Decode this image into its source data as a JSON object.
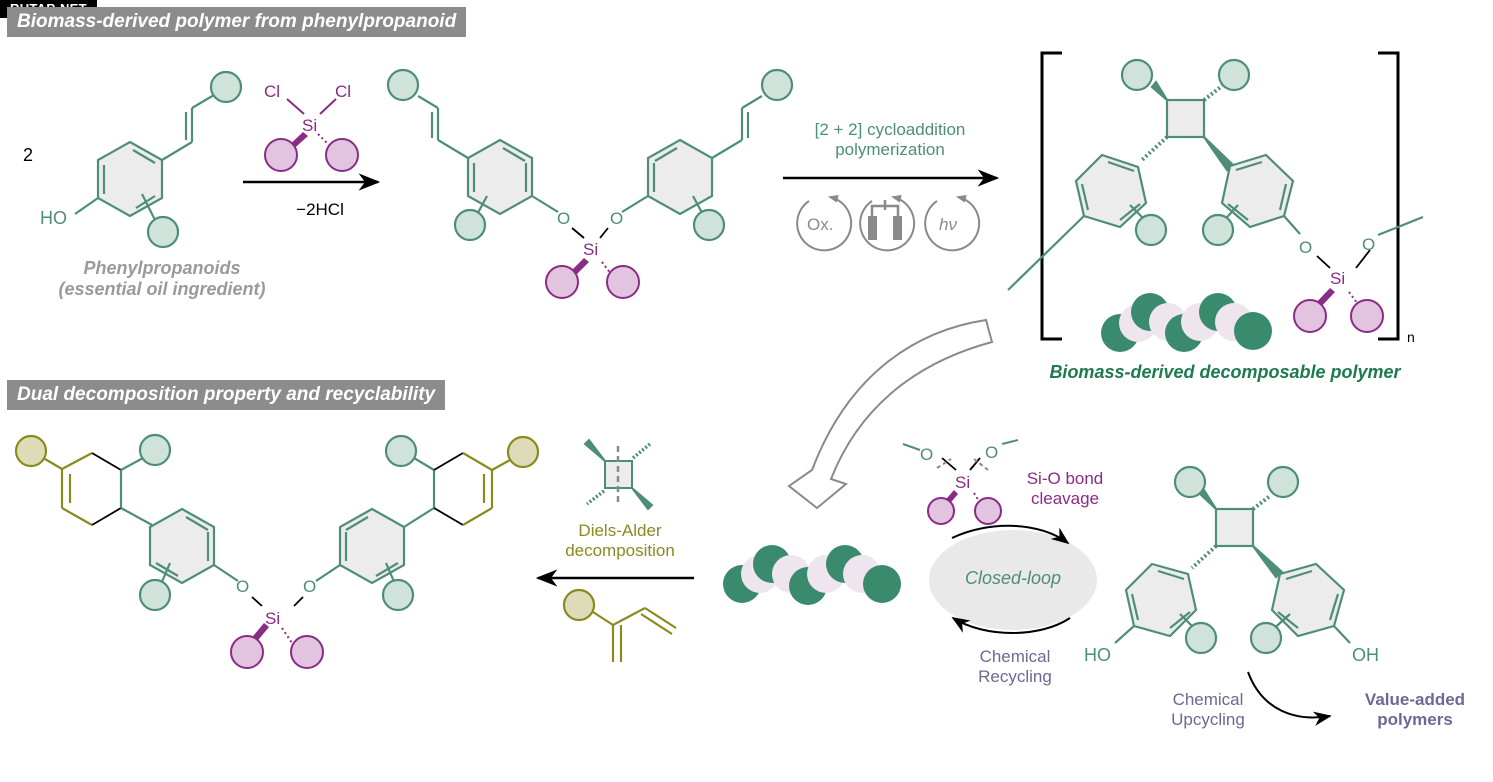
{
  "watermark": "RUTAB.NET",
  "sections": {
    "top_title": "Biomass-derived polymer from phenylpropanoid",
    "bottom_title": "Dual decomposition property and recyclability"
  },
  "step1": {
    "coefficient": "2",
    "reactant_label_line1": "Phenylpropanoids",
    "reactant_label_line2": "(essential oil ingredient)",
    "reagent_atoms": {
      "cl": "Cl",
      "si": "Si"
    },
    "byproduct": "−2HCl",
    "oh_label": "HO"
  },
  "step2": {
    "condition_line1": "[2 + 2] cycloaddition",
    "condition_line2": "polymerization",
    "methods": [
      {
        "name": "oxidation",
        "label": "Ox.",
        "icon": "redox-cycle-icon"
      },
      {
        "name": "electrochemical",
        "label": "",
        "icon": "electrode-cell-icon"
      },
      {
        "name": "photochemical",
        "label": "hν",
        "icon": "light-cycle-icon"
      }
    ]
  },
  "polymer": {
    "label": "Biomass-derived decomposable polymer",
    "repeat_subscript": "n"
  },
  "atoms": {
    "o": "O",
    "si": "Si",
    "oh": "OH",
    "ho": "HO"
  },
  "diels_alder": {
    "line1": "Diels-Alder",
    "line2": "decomposition"
  },
  "recycling": {
    "cleavage_line1": "Si-O bond",
    "cleavage_line2": "cleavage",
    "loop_label": "Closed-loop",
    "recycling_line1": "Chemical",
    "recycling_line2": "Recycling",
    "upcycling_line1": "Chemical",
    "upcycling_line2": "Upcycling",
    "product_line1": "Value-added",
    "product_line2": "polymers"
  },
  "colors": {
    "green": "#4e8e78",
    "green_fill": "#cfe3db",
    "dark_green": "#2f7d5e",
    "purple": "#8a2b86",
    "purple_fill": "#e3c4e0",
    "olive": "#8a8a1e",
    "olive_fill": "#dedcb8",
    "gray_text": "#9a9a9a",
    "slate_text": "#6d6894",
    "banner": "#8c8c8c"
  }
}
